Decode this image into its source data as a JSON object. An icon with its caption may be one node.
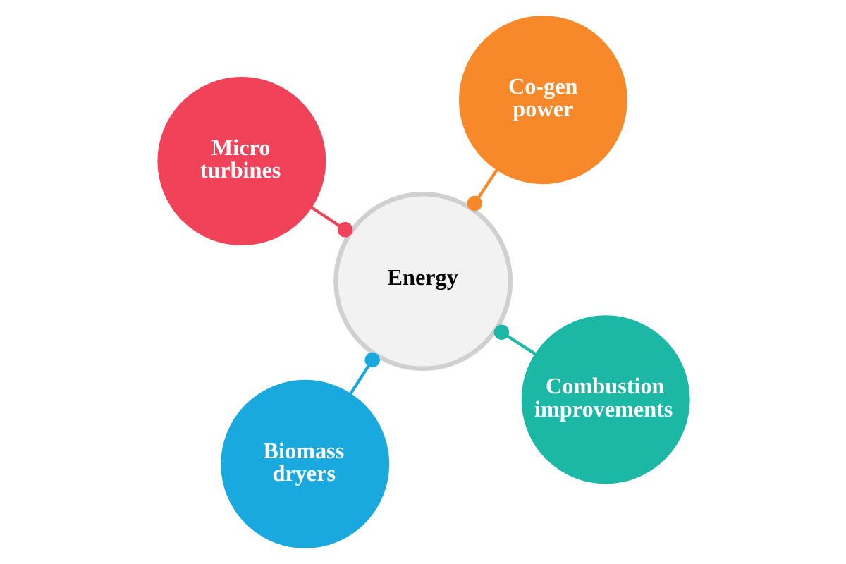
{
  "diagram": {
    "nodes": [
      {
        "text": [
          "Energy"
        ]
      },
      {
        "text": [
          "Combustion improvements"
        ]
      },
      {
        "text": [
          "Biomass dryers"
        ]
      },
      {
        "text": [
          "Micro turbines"
        ]
      },
      {
        "text": [
          "Co-gen power"
        ]
      }
    ],
    "edges": [
      {
        "from": 1,
        "to": 0,
        "arrow": "other",
        "color": "#1bb8a6"
      },
      {
        "from": 2,
        "to": 0,
        "arrow": "other",
        "color": "#1aa9de"
      },
      {
        "from": 3,
        "to": 0,
        "arrow": "other",
        "color": "#f0435a"
      },
      {
        "from": 4,
        "to": 0,
        "arrow": "other",
        "color": "#f7892b"
      }
    ]
  }
}
